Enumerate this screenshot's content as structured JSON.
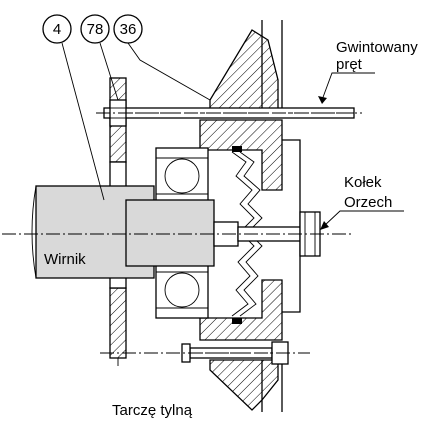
{
  "balloons": [
    "4",
    "78",
    "36"
  ],
  "labels": {
    "threaded_rod_line1": "Gwintowany",
    "threaded_rod_line2": "pręt",
    "dowel": "Kołek",
    "nut": "Orzech",
    "impeller": "Wirnik",
    "rear_plate": "Tarczę tylną"
  }
}
